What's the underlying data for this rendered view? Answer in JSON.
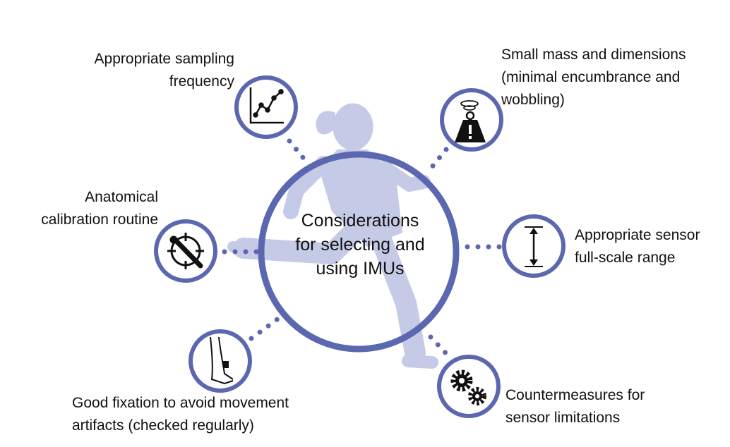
{
  "diagram": {
    "center": {
      "text": "Considerations\nfor selecting and\nusing IMUs"
    },
    "considerations": [
      {
        "id": "sampling",
        "text": "Appropriate sampling\nfrequency",
        "icon": "line-chart-icon"
      },
      {
        "id": "mass",
        "text": "Small mass and dimensions\n(minimal encumbrance and\nwobbling)",
        "icon": "weight-warning-icon"
      },
      {
        "id": "calibration",
        "text": "Anatomical\ncalibration routine",
        "icon": "crosshair-calibration-icon"
      },
      {
        "id": "range",
        "text": "Appropriate sensor\nfull-scale range",
        "icon": "range-arrow-icon"
      },
      {
        "id": "fixation",
        "text": "Good fixation to avoid movement\nartifacts (checked regularly)",
        "icon": "leg-sensor-icon"
      },
      {
        "id": "countermeasures",
        "text": "Countermeasures for\nsensor limitations",
        "icon": "gears-icon"
      }
    ],
    "colors": {
      "ring": "#5b68b0",
      "runner": "#c5cae6",
      "icon": "#111111"
    }
  }
}
